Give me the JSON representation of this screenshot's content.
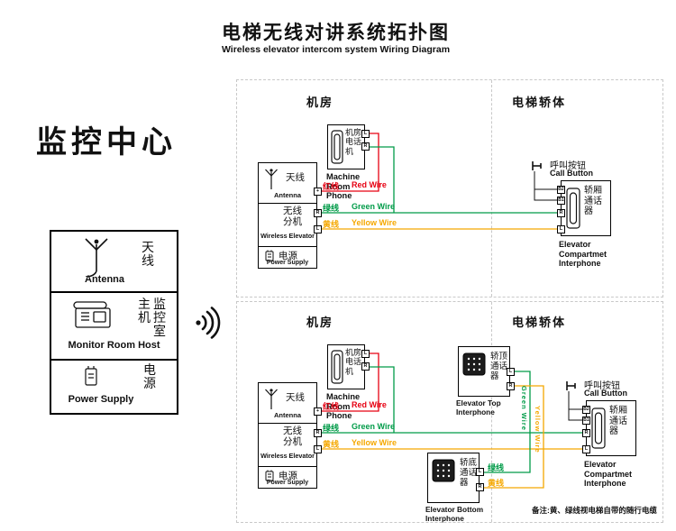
{
  "title": {
    "zh": "电梯无线对讲系统拓扑图",
    "en": "Wireless elevator intercom system Wiring Diagram"
  },
  "monitor": {
    "heading": "监控中心",
    "antenna_zh": "天线",
    "antenna_en": "Antenna",
    "host_zh_col1": "主机",
    "host_zh_col2": "监控室",
    "host_en": "Monitor Room Host",
    "power_zh": "电源",
    "power_en": "Power Supply"
  },
  "labels": {
    "machine_room": "机房",
    "elevator_body": "电梯轿体",
    "phone_zh": "机房电话机",
    "phone_en": "Machine Room Phone",
    "antenna_zh": "天线",
    "antenna_en": "Antenna",
    "wireless_zh": "无线分机",
    "wireless_en": "Wireless Elevator",
    "power_zh": "电源",
    "power_en": "Power Supply",
    "red_zh": "红线",
    "red_en": "Red Wire",
    "green_zh": "绿线",
    "green_en": "Green Wire",
    "yellow_zh": "黄线",
    "yellow_en": "Yellow Wire",
    "call_zh": "呼叫按钮",
    "call_en": "Call Button",
    "compartment_zh": "轿厢通话器",
    "compartment_en": "Elevator Compartmet Interphone",
    "top_zh": "轿顶通话器",
    "top_en": "Elevator Top Interphone",
    "bottom_zh": "轿底通话器",
    "bottom_en": "Elevator Bottom Interphone",
    "green_wire_v": "Green Wire",
    "yellow_wire_v": "Yellow Wire",
    "t_plus": "+",
    "t_l": "L",
    "t_r": "R",
    "t_b1": "B1",
    "t_b2": "B2"
  },
  "note": "备注:黄、绿线视电梯自带的随行电缆",
  "colors": {
    "red": "#e60012",
    "green": "#009b48",
    "yellow": "#f5a800",
    "dash": "#c8c8c8"
  }
}
